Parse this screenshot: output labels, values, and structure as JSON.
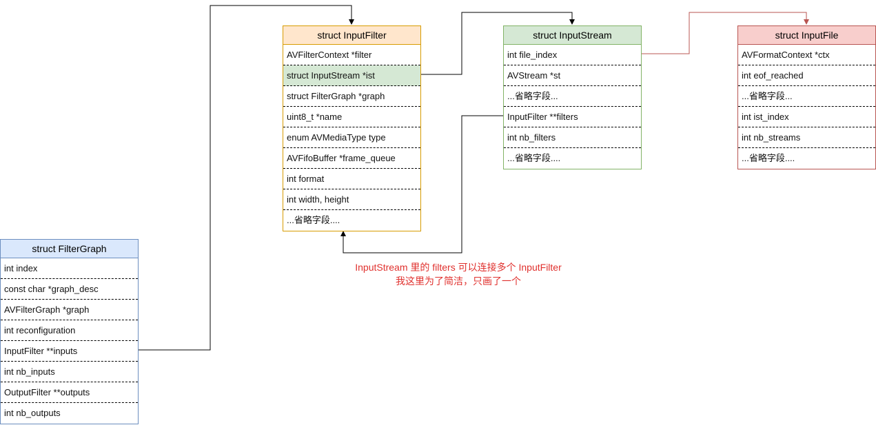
{
  "structs": {
    "filtergraph": {
      "title": "struct FilterGraph",
      "fields": [
        "int index",
        "const char *graph_desc",
        "AVFilterGraph *graph",
        "int reconfiguration",
        "InputFilter **inputs",
        "int  nb_inputs",
        "OutputFilter **outputs",
        "int  nb_outputs"
      ]
    },
    "inputfilter": {
      "title": "struct InputFilter",
      "fields": [
        "AVFilterContext *filter",
        "struct InputStream *ist",
        "struct FilterGraph *graph",
        "uint8_t  *name",
        "enum AVMediaType type",
        "AVFifoBuffer *frame_queue",
        "int format",
        "int width, height",
        "...省略字段...."
      ]
    },
    "inputstream": {
      "title": "struct InputStream",
      "fields": [
        "int file_index",
        "AVStream *st",
        "...省略字段...",
        "InputFilter **filters",
        "int  nb_filters",
        "...省略字段...."
      ]
    },
    "inputfile": {
      "title": "struct InputFile",
      "fields": [
        "AVFormatContext *ctx",
        "int eof_reached",
        "...省略字段...",
        "int ist_index",
        "int nb_streams",
        "...省略字段...."
      ]
    }
  },
  "note": {
    "line1": "InputStream 里的 filters 可以连接多个 InputFilter",
    "line2": "我这里为了简洁，只画了一个"
  },
  "colors": {
    "filtergraph_fill": "#dae8fc",
    "filtergraph_stroke": "#6c8ebf",
    "inputfilter_fill": "#ffe6cc",
    "inputfilter_stroke": "#d79b00",
    "inputfilter_highlight": "#d5e8d4",
    "inputstream_fill": "#d5e8d4",
    "inputstream_stroke": "#82b366",
    "inputfile_fill": "#f8cecc",
    "inputfile_stroke": "#b85450",
    "note_text": "#e0302d"
  }
}
